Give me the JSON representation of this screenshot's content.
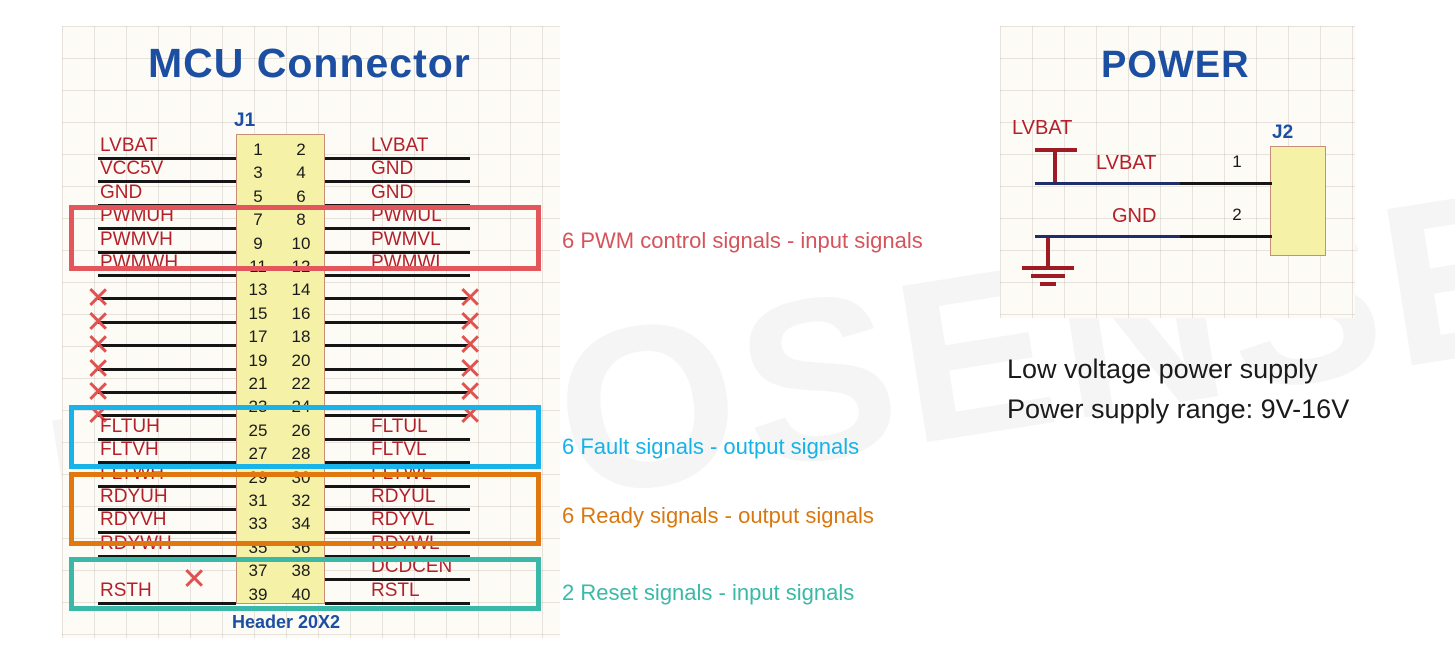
{
  "watermark": {
    "text": "NOVOSENSE"
  },
  "mcu": {
    "title": "MCU   Connector",
    "refdes": "J1",
    "footprint": "Header 20X2",
    "pins": [
      {
        "num": 1,
        "side": "left",
        "label": "LVBAT",
        "wire": true
      },
      {
        "num": 2,
        "side": "right",
        "label": "LVBAT",
        "wire": true
      },
      {
        "num": 3,
        "side": "left",
        "label": "VCC5V",
        "wire": true
      },
      {
        "num": 4,
        "side": "right",
        "label": "GND",
        "wire": true
      },
      {
        "num": 5,
        "side": "left",
        "label": "GND",
        "wire": true
      },
      {
        "num": 6,
        "side": "right",
        "label": "GND",
        "wire": true
      },
      {
        "num": 7,
        "side": "left",
        "label": "PWMUH",
        "wire": true
      },
      {
        "num": 8,
        "side": "right",
        "label": "PWMUL",
        "wire": true
      },
      {
        "num": 9,
        "side": "left",
        "label": "PWMVH",
        "wire": true
      },
      {
        "num": 10,
        "side": "right",
        "label": "PWMVL",
        "wire": true
      },
      {
        "num": 11,
        "side": "left",
        "label": "PWMWH",
        "wire": true
      },
      {
        "num": 12,
        "side": "right",
        "label": "PWMWL",
        "wire": true
      },
      {
        "num": 13,
        "side": "left",
        "label": "",
        "wire": true,
        "nc": true
      },
      {
        "num": 14,
        "side": "right",
        "label": "",
        "wire": true,
        "nc": true
      },
      {
        "num": 15,
        "side": "left",
        "label": "",
        "wire": true,
        "nc": true
      },
      {
        "num": 16,
        "side": "right",
        "label": "",
        "wire": true,
        "nc": true
      },
      {
        "num": 17,
        "side": "left",
        "label": "",
        "wire": true,
        "nc": true
      },
      {
        "num": 18,
        "side": "right",
        "label": "",
        "wire": true,
        "nc": true
      },
      {
        "num": 19,
        "side": "left",
        "label": "",
        "wire": true,
        "nc": true
      },
      {
        "num": 20,
        "side": "right",
        "label": "",
        "wire": true,
        "nc": true
      },
      {
        "num": 21,
        "side": "left",
        "label": "",
        "wire": true,
        "nc": true
      },
      {
        "num": 22,
        "side": "right",
        "label": "",
        "wire": true,
        "nc": true
      },
      {
        "num": 23,
        "side": "left",
        "label": "",
        "wire": true,
        "nc": true
      },
      {
        "num": 24,
        "side": "right",
        "label": "",
        "wire": true,
        "nc": true
      },
      {
        "num": 25,
        "side": "left",
        "label": "FLTUH",
        "wire": true
      },
      {
        "num": 26,
        "side": "right",
        "label": "FLTUL",
        "wire": true
      },
      {
        "num": 27,
        "side": "left",
        "label": "FLTVH",
        "wire": true
      },
      {
        "num": 28,
        "side": "right",
        "label": "FLTVL",
        "wire": true
      },
      {
        "num": 29,
        "side": "left",
        "label": "FLTWH",
        "wire": true
      },
      {
        "num": 30,
        "side": "right",
        "label": "FLTWL",
        "wire": true
      },
      {
        "num": 31,
        "side": "left",
        "label": "RDYUH",
        "wire": true
      },
      {
        "num": 32,
        "side": "right",
        "label": "RDYUL",
        "wire": true
      },
      {
        "num": 33,
        "side": "left",
        "label": "RDYVH",
        "wire": true
      },
      {
        "num": 34,
        "side": "right",
        "label": "RDYVL",
        "wire": true
      },
      {
        "num": 35,
        "side": "left",
        "label": "RDYWH",
        "wire": true
      },
      {
        "num": 36,
        "side": "right",
        "label": "RDYWL",
        "wire": true
      },
      {
        "num": 37,
        "side": "left",
        "label": "",
        "wire": false,
        "nc": true
      },
      {
        "num": 38,
        "side": "right",
        "label": "DCDCEN",
        "wire": true
      },
      {
        "num": 39,
        "side": "left",
        "label": "RSTH",
        "wire": true
      },
      {
        "num": 40,
        "side": "right",
        "label": "RSTL",
        "wire": true
      }
    ],
    "groups": [
      {
        "id": "pwm",
        "color": "#e2565c",
        "note": "6 PWM control signals - input signals",
        "note_color": "#d4545b"
      },
      {
        "id": "fault",
        "color": "#18b4e9",
        "note": "6 Fault signals - output signals",
        "note_color": "#16b3e8"
      },
      {
        "id": "ready",
        "color": "#e0780f",
        "note": "6 Ready signals - output signals",
        "note_color": "#d9780f"
      },
      {
        "id": "reset",
        "color": "#3bb9a8",
        "note": "2 Reset signals - input signals",
        "note_color": "#3ab9a7"
      }
    ]
  },
  "power": {
    "title": "POWER",
    "refdes": "J2",
    "supply_symbol_label": "LVBAT",
    "nets": [
      {
        "num": "1",
        "label": "LVBAT"
      },
      {
        "num": "2",
        "label": "GND"
      }
    ],
    "caption_line1": "Low voltage power supply",
    "caption_line2": "Power supply range: 9V-16V"
  },
  "colors": {
    "title_blue": "#1c4fa1",
    "net_red": "#b4202a",
    "connector_fill": "#f5f2a8",
    "connector_border": "#c98e7a",
    "wire_black": "#151515",
    "wire_blue": "#1e2d6b",
    "symbol_red": "#9e1b25"
  }
}
